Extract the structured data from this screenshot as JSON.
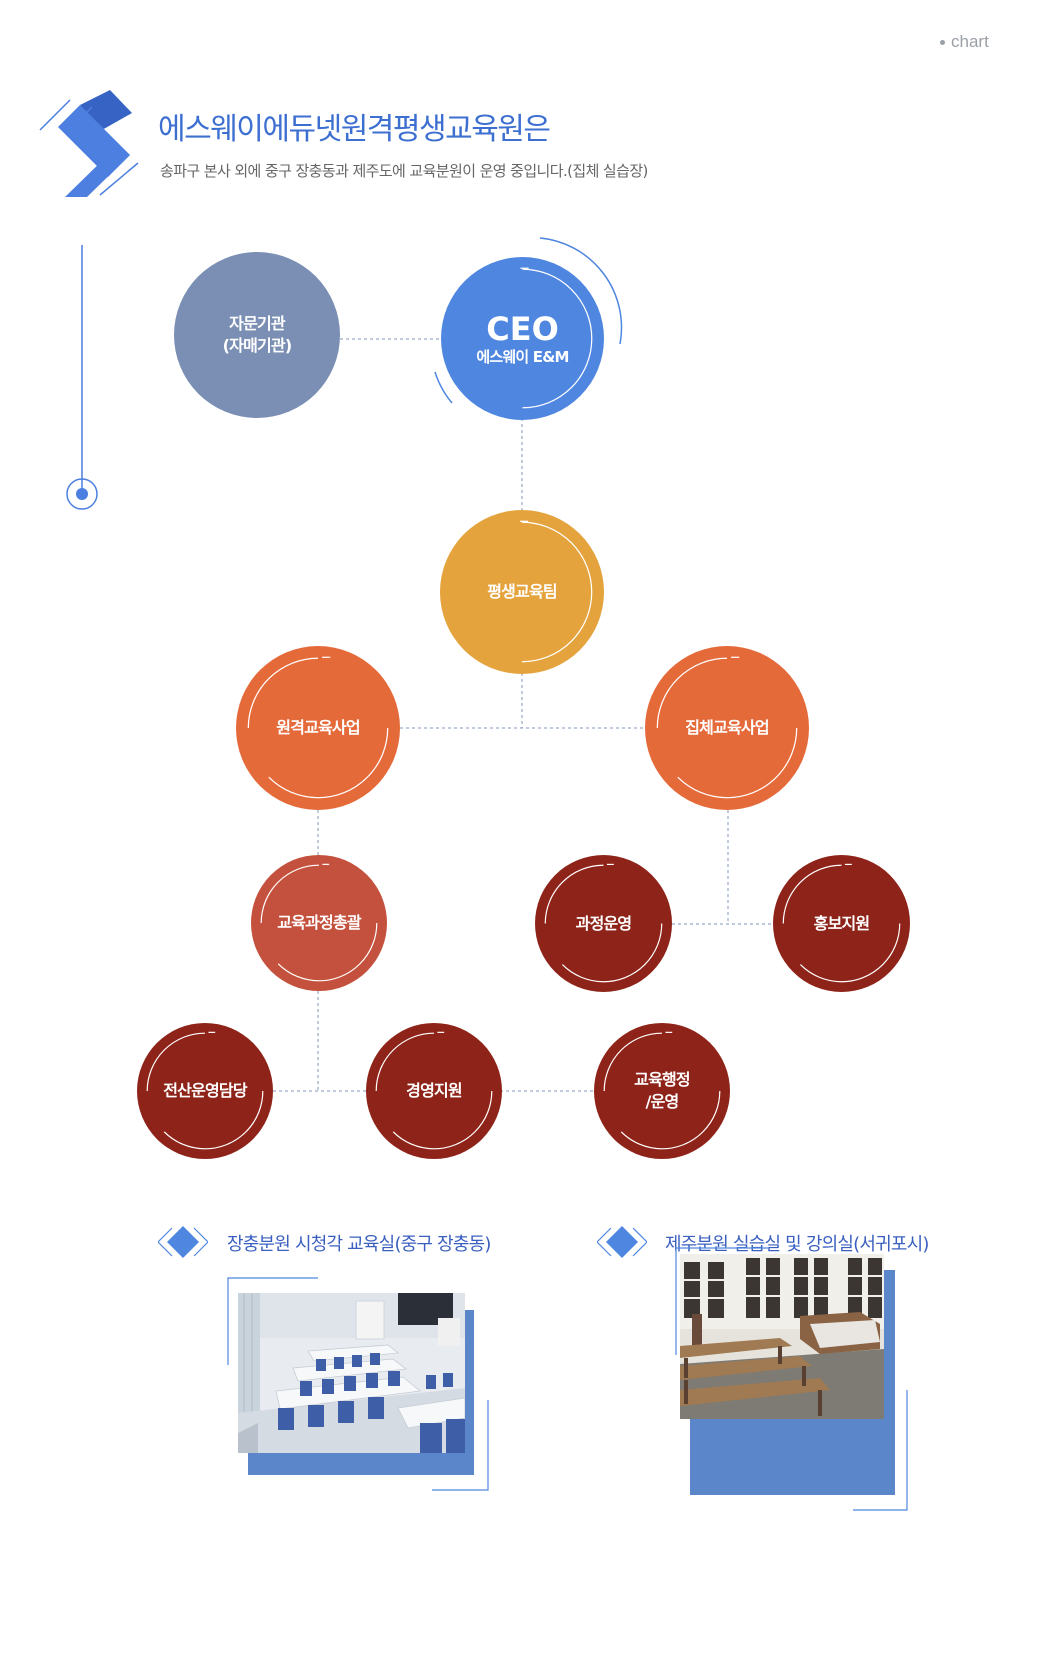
{
  "corner_label": "chart",
  "header": {
    "title": "에스웨이에듀넷원격평생교육원은",
    "subtitle": "송파구 본사 외에 중구 장충동과 제주도에 교육분원이 운영 중입니다.(집체 실습장)"
  },
  "org": {
    "advisory": {
      "line1": "자문기관",
      "line2": "(자매기관)"
    },
    "ceo": {
      "title": "CEO",
      "sub": "에스웨이 E&M"
    },
    "team": "평생교육팀",
    "remote_business": "원격교육사업",
    "group_business": "집체교육사업",
    "curriculum": "교육과정총괄",
    "course_operation": "과정운영",
    "promotion": "홍보지원",
    "it": "전산운영담당",
    "management": "경영지원",
    "admin": {
      "line1": "교육행정",
      "line2": "/운영"
    }
  },
  "branches": [
    {
      "caption": "장충분원 시청각 교육실(중구 장충동)"
    },
    {
      "caption": "제주분원 실습실 및 강의실(서귀포시)"
    }
  ],
  "colors": {
    "accent_blue": "#3d6fd1",
    "advisory": "#7a8fb3",
    "ceo": "#4f86e0",
    "team": "#e4a33c",
    "business": "#e56a3a",
    "curriculum": "#c4513d",
    "leaf": "#8e2419"
  }
}
